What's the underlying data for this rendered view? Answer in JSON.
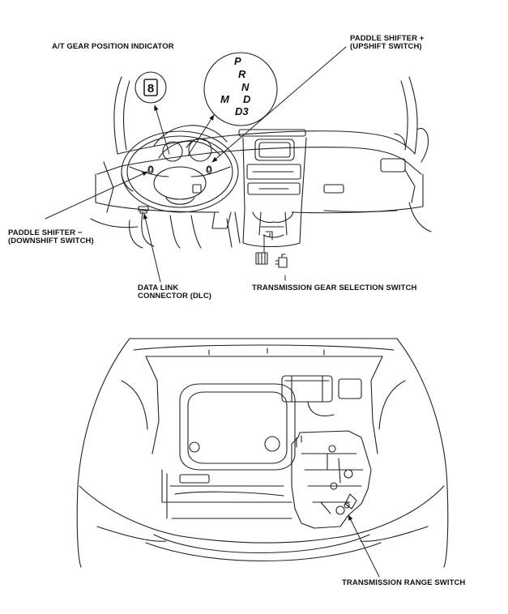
{
  "labels": {
    "gear_indicator": "A/T GEAR POSITION INDICATOR",
    "paddle_up_line1": "PADDLE SHIFTER +",
    "paddle_up_line2": "(UPSHIFT SWITCH)",
    "paddle_down_line1": "PADDLE SHIFTER −",
    "paddle_down_line2": "(DOWNSHIFT SWITCH)",
    "dlc_line1": "DATA LINK",
    "dlc_line2": "CONNECTOR (DLC)",
    "gear_selection_switch": "TRANSMISSION GEAR SELECTION SWITCH",
    "range_switch": "TRANSMISSION RANGE SWITCH"
  },
  "gear_display": {
    "digit": "8",
    "positions": [
      "P",
      "R",
      "N",
      "D",
      "M",
      "D3"
    ]
  }
}
